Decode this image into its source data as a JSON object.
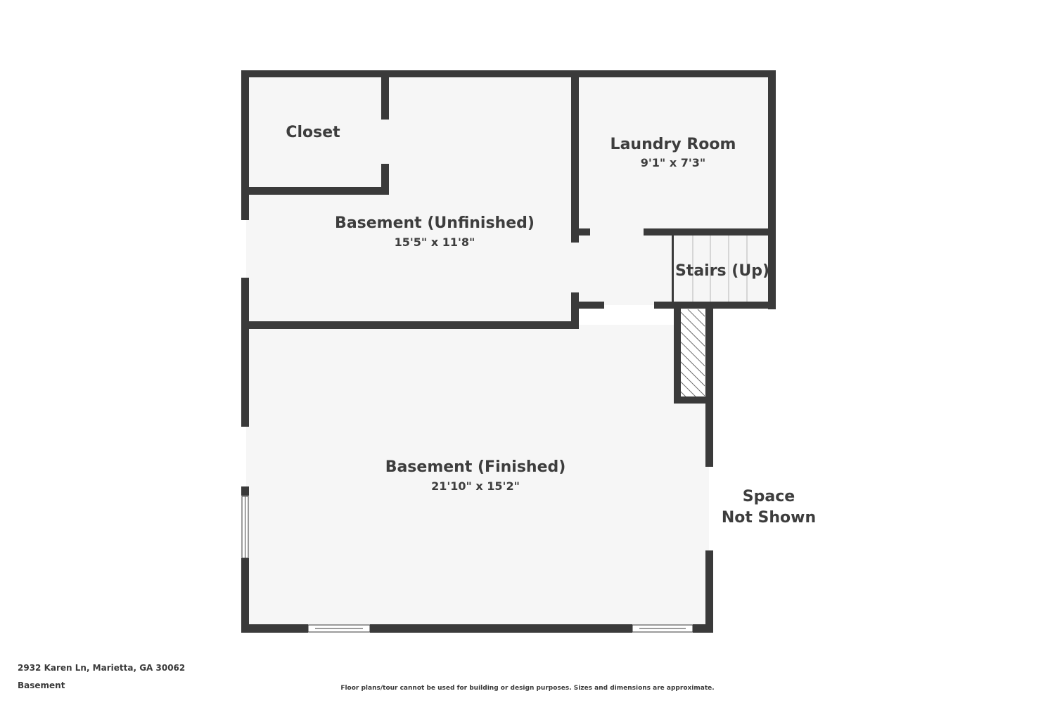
{
  "plan": {
    "rooms": {
      "closet": {
        "name": "Closet"
      },
      "laundry": {
        "name": "Laundry Room",
        "dims": "9'1\" x 7'3\""
      },
      "unfinished": {
        "name": "Basement (Unfinished)",
        "dims": "15'5\" x 11'8\""
      },
      "stairs": {
        "name": "Stairs (Up)"
      },
      "finished": {
        "name": "Basement (Finished)",
        "dims": "21'10\" x 15'2\""
      }
    },
    "space_not_shown": {
      "line1": "Space",
      "line2": "Not Shown"
    }
  },
  "footer": {
    "address": "2932 Karen Ln, Marietta, GA 30062",
    "level": "Basement",
    "disclaimer": "Floor plans/tour cannot be used for building or design purposes. Sizes and dimensions are approximate."
  },
  "colors": {
    "wall": "#3a3a3a",
    "floor": "#f6f6f6",
    "text": "#3d3d3d"
  }
}
